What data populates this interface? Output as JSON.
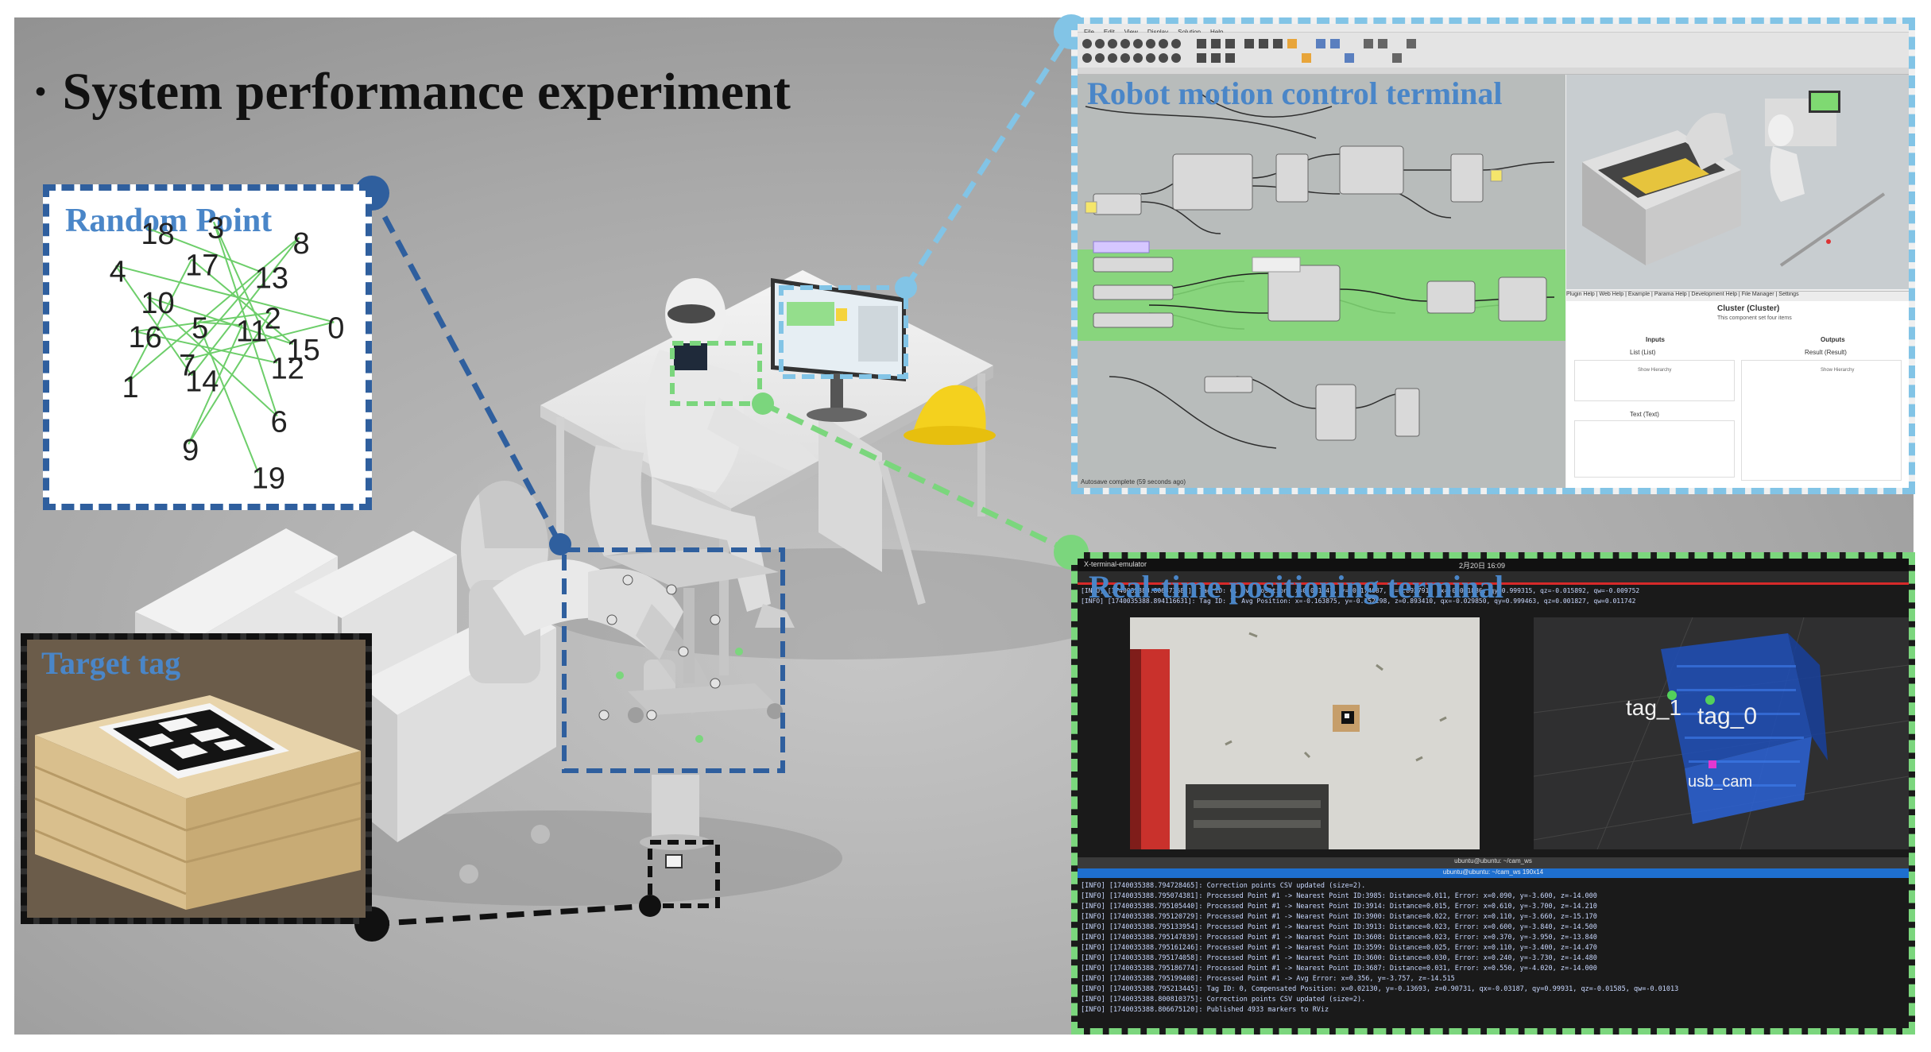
{
  "title": "· System performance experiment",
  "panels": {
    "random_point": {
      "title": "Random Point",
      "points": [
        {
          "label": "18",
          "x": 0.29,
          "y": 0.14
        },
        {
          "label": "3",
          "x": 0.5,
          "y": 0.12
        },
        {
          "label": "8",
          "x": 0.77,
          "y": 0.17
        },
        {
          "label": "4",
          "x": 0.19,
          "y": 0.26
        },
        {
          "label": "17",
          "x": 0.43,
          "y": 0.24
        },
        {
          "label": "13",
          "x": 0.65,
          "y": 0.28
        },
        {
          "label": "10",
          "x": 0.29,
          "y": 0.36
        },
        {
          "label": "2",
          "x": 0.68,
          "y": 0.41
        },
        {
          "label": "0",
          "x": 0.88,
          "y": 0.44
        },
        {
          "label": "5",
          "x": 0.45,
          "y": 0.44
        },
        {
          "label": "11",
          "x": 0.59,
          "y": 0.45
        },
        {
          "label": "16",
          "x": 0.25,
          "y": 0.47
        },
        {
          "label": "15",
          "x": 0.75,
          "y": 0.51
        },
        {
          "label": "7",
          "x": 0.41,
          "y": 0.56
        },
        {
          "label": "12",
          "x": 0.7,
          "y": 0.57
        },
        {
          "label": "14",
          "x": 0.43,
          "y": 0.61
        },
        {
          "label": "1",
          "x": 0.23,
          "y": 0.63
        },
        {
          "label": "6",
          "x": 0.7,
          "y": 0.74
        },
        {
          "label": "9",
          "x": 0.42,
          "y": 0.83
        },
        {
          "label": "19",
          "x": 0.64,
          "y": 0.92
        }
      ],
      "path_order": [
        "18",
        "13",
        "7",
        "0",
        "4",
        "14",
        "8",
        "1",
        "17",
        "15",
        "10",
        "6",
        "3",
        "12",
        "16",
        "2",
        "9",
        "11",
        "5",
        "19"
      ]
    },
    "target_tag": {
      "title": "Target tag"
    },
    "robot_control": {
      "title": "Robot motion control terminal",
      "menu_items": [
        "File",
        "Edit",
        "View",
        "Display",
        "Solution",
        "Help"
      ],
      "sidebar_tabs": [
        "Plugin Help",
        "Web Help",
        "Example",
        "Parama Help",
        "Development Help",
        "File Manager",
        "Settings"
      ],
      "cluster_title": "Cluster (Cluster)",
      "cluster_desc": "This component set four items",
      "inputs_label": "Inputs",
      "outputs_label": "Outputs",
      "list_label": "List (List)",
      "text_label": "Text (Text)",
      "result_label": "Result (Result)",
      "show_hierarchy": "Show Hierarchy",
      "status_text": "Autosave complete (59 seconds ago)"
    },
    "positioning": {
      "title": "Real-time positioning terminal",
      "window_title": "X-terminal-emulator",
      "clock": "2月20日 16:09",
      "top_lines": [
        "[INFO] [1740035388.806373682]: Tag ID: 0, Avg Position: x=0.021947, y=-0.174687, z=0.892791, qx=-0.031886, qy=0.999315, qz=-0.015892, qw=-0.009752",
        "[INFO] [1740035388.894116631]: Tag ID: 1, Avg Position: x=-0.163875, y=-0.152298, z=0.893410, qx=-0.029850, qy=0.999463, qz=0.001827, qw=0.011742"
      ],
      "rviz_labels": [
        "tag_1",
        "tag_0",
        "usb_cam"
      ],
      "lower_title": "ubuntu@ubuntu: ~/cam_ws",
      "lower_subtitle": "ubuntu@ubuntu: ~/cam_ws 190x14",
      "bottom_lines": [
        "[INFO] [1740035388.794728465]: Correction points CSV updated (size=2).",
        "[INFO] [1740035388.795074381]: Processed Point #1 -> Nearest Point ID:3985: Distance=0.011, Error: x=0.090, y=-3.600, z=-14.000",
        "[INFO] [1740035388.795105440]: Processed Point #1 -> Nearest Point ID:3914: Distance=0.015, Error: x=0.610, y=-3.700, z=-14.210",
        "[INFO] [1740035388.795120729]: Processed Point #1 -> Nearest Point ID:3900: Distance=0.022, Error: x=0.110, y=-3.660, z=-15.170",
        "[INFO] [1740035388.795133954]: Processed Point #1 -> Nearest Point ID:3913: Distance=0.023, Error: x=0.600, y=-3.840, z=-14.500",
        "[INFO] [1740035388.795147839]: Processed Point #1 -> Nearest Point ID:3608: Distance=0.023, Error: x=0.370, y=-3.950, z=-13.840",
        "[INFO] [1740035388.795161246]: Processed Point #1 -> Nearest Point ID:3599: Distance=0.025, Error: x=0.110, y=-3.400, z=-14.470",
        "[INFO] [1740035388.795174058]: Processed Point #1 -> Nearest Point ID:3600: Distance=0.030, Error: x=0.240, y=-3.730, z=-14.480",
        "[INFO] [1740035388.795186774]: Processed Point #1 -> Nearest Point ID:3687: Distance=0.031, Error: x=0.550, y=-4.020, z=-14.000",
        "[INFO] [1740035388.795199408]: Processed Point #1 -> Avg Error: x=0.356, y=-3.757, z=-14.515",
        "[INFO] [1740035388.795213445]: Tag ID: 0, Compensated Position: x=0.02130, y=-0.13693, z=0.90731, qx=-0.03187, qy=0.99931, qz=-0.01585, qw=-0.01013",
        "[INFO] [1740035388.800810375]: Correction points CSV updated (size=2).",
        "[INFO] [1740035388.806675120]: Published 4933 markers to RViz"
      ]
    }
  },
  "colors": {
    "blue_dark": "#2f5f9e",
    "blue_light": "#82c4e6",
    "green": "#7bd67d",
    "black": "#111111",
    "title_blue": "#4a86c8",
    "grass_green": "#7fd972",
    "path_green": "#6dce6a"
  }
}
